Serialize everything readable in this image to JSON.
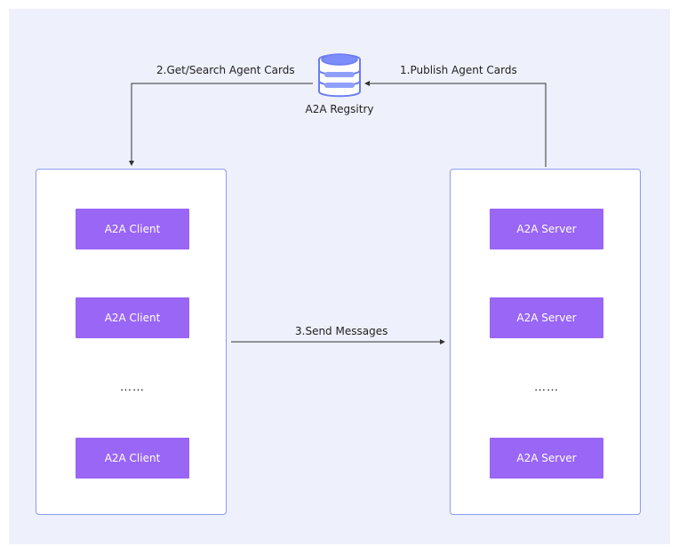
{
  "registry": {
    "label": "A2A Regsitry",
    "icon": "database-icon"
  },
  "edges": {
    "publish": "1.Publish Agent Cards",
    "search": "2.Get/Search Agent Cards",
    "send": "3.Send Messages"
  },
  "clients": {
    "items": [
      "A2A Client",
      "A2A Client",
      "A2A Client"
    ],
    "ellipsis": "……"
  },
  "servers": {
    "items": [
      "A2A Server",
      "A2A Server",
      "A2A Server"
    ],
    "ellipsis": "……"
  },
  "colors": {
    "background": "#eef0fb",
    "panel_border": "#8b9cf0",
    "node_fill": "#9966f6",
    "icon_accent": "#7c8cf8",
    "line": "#333333"
  }
}
